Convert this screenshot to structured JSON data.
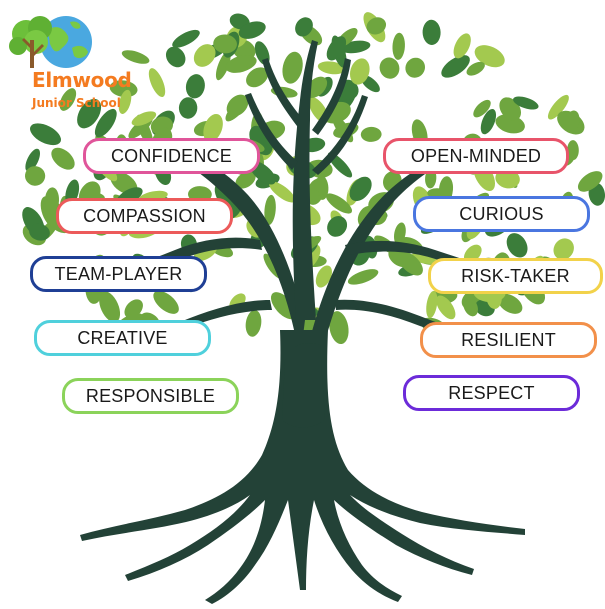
{
  "logo": {
    "name": "Elmwood",
    "subtitle": "Junior School",
    "icon": "tree-globe-icon",
    "color": "#f47b20"
  },
  "values": [
    {
      "key": "confidence",
      "label": "CONFIDENCE",
      "color": "#e0559a",
      "side": "left"
    },
    {
      "key": "compassion",
      "label": "COMPASSION",
      "color": "#ec5a5a",
      "side": "left"
    },
    {
      "key": "team-player",
      "label": "TEAM-PLAYER",
      "color": "#1f3f95",
      "side": "left"
    },
    {
      "key": "creative",
      "label": "CREATIVE",
      "color": "#4fd0dc",
      "side": "left"
    },
    {
      "key": "responsible",
      "label": "RESPONSIBLE",
      "color": "#8bd35a",
      "side": "left"
    },
    {
      "key": "open-minded",
      "label": "OPEN-MINDED",
      "color": "#e8546a",
      "side": "right"
    },
    {
      "key": "curious",
      "label": "CURIOUS",
      "color": "#4a76e0",
      "side": "right"
    },
    {
      "key": "risk-taker",
      "label": "RISK-TAKER",
      "color": "#f2d24a",
      "side": "right"
    },
    {
      "key": "resilient",
      "label": "RESILIENT",
      "color": "#f2904a",
      "side": "right"
    },
    {
      "key": "respect",
      "label": "RESPECT",
      "color": "#6c2bd9",
      "side": "right"
    }
  ],
  "colors": {
    "trunk": "#234237",
    "leaf_dark": "#3b7d3a",
    "leaf_mid": "#6fa63f",
    "leaf_light": "#a3c94f"
  }
}
